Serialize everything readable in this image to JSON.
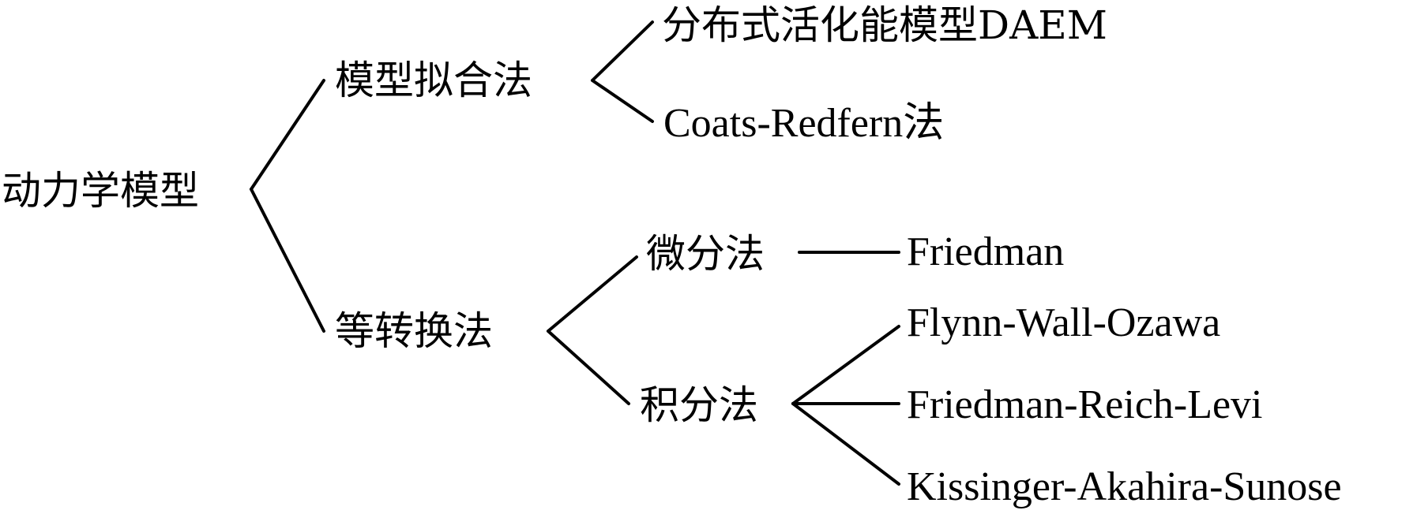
{
  "diagram": {
    "type": "tree",
    "colors": {
      "line": "#000000",
      "text": "#000000",
      "background": "#ffffff"
    },
    "root": {
      "id": "kinetic-models",
      "label": "动力学模型",
      "children": [
        {
          "id": "model-fitting",
          "label": "模型拟合法",
          "children": [
            {
              "id": "daem",
              "label": "分布式活化能模型DAEM"
            },
            {
              "id": "coats-redfern",
              "label": "Coats-Redfern法"
            }
          ]
        },
        {
          "id": "isoconversional",
          "label": "等转换法",
          "children": [
            {
              "id": "differential",
              "label": "微分法",
              "children": [
                {
                  "id": "friedman",
                  "label": "Friedman"
                }
              ]
            },
            {
              "id": "integral",
              "label": "积分法",
              "children": [
                {
                  "id": "fwo",
                  "label": "Flynn-Wall-Ozawa"
                },
                {
                  "id": "frl",
                  "label": "Friedman-Reich-Levi"
                },
                {
                  "id": "kas",
                  "label": "Kissinger-Akahira-Sunose"
                }
              ]
            }
          ]
        }
      ]
    }
  }
}
